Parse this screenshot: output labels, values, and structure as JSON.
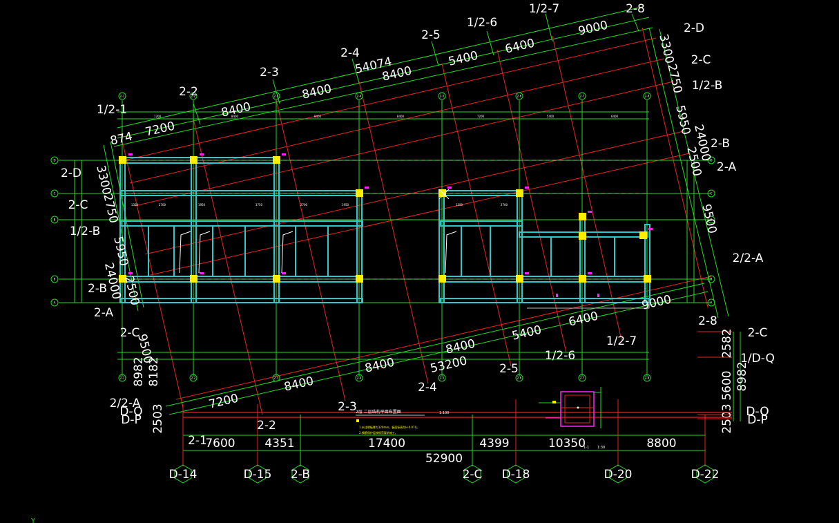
{
  "drawing": {
    "background": "#000000",
    "colors": {
      "green": "#22dd22",
      "red": "#ee2222",
      "cyan": "#2ec8c8",
      "white": "#ffffff",
      "yellow": "#ffee00",
      "magenta": "#ff22ff",
      "gray": "#bbbbbb"
    },
    "title": "2层 二层结构平面布置图",
    "scale": "1:100",
    "notes": [
      "1.未注明板厚为120mm，板面标高为H-0.070。",
      "2.钢筋保护层按规范要求施工。"
    ],
    "section_label": "1-1",
    "section_scale": "1:30",
    "ucs_y": "Y"
  },
  "rotated_top_labels": [
    {
      "text": "1/2-7"
    },
    {
      "text": "2-8"
    },
    {
      "text": "9000"
    },
    {
      "text": "1/2-6"
    },
    {
      "text": "2-5"
    },
    {
      "text": "6400"
    },
    {
      "text": "2-4"
    },
    {
      "text": "5400"
    },
    {
      "text": "54074"
    },
    {
      "text": "8400"
    },
    {
      "text": "2-3"
    },
    {
      "text": "8400"
    },
    {
      "text": "2-2"
    },
    {
      "text": "8400"
    },
    {
      "text": "1/2-1"
    },
    {
      "text": "7200"
    },
    {
      "text": "874"
    }
  ],
  "rotated_right_labels": [
    {
      "text": "2-D"
    },
    {
      "text": "3300"
    },
    {
      "text": "2-C"
    },
    {
      "text": "2750"
    },
    {
      "text": "1/2-B"
    },
    {
      "text": "5950"
    },
    {
      "text": "24000"
    },
    {
      "text": "2-B"
    },
    {
      "text": "2500"
    },
    {
      "text": "2-A"
    },
    {
      "text": "9500"
    },
    {
      "text": "2/2-A"
    }
  ],
  "rotated_left_labels": [
    {
      "text": "2-D"
    },
    {
      "text": "3300"
    },
    {
      "text": "2-C"
    },
    {
      "text": "2750"
    },
    {
      "text": "1/2-B"
    },
    {
      "text": "5950"
    },
    {
      "text": "24000"
    },
    {
      "text": "2-B"
    },
    {
      "text": "2500"
    },
    {
      "text": "2-A"
    }
  ],
  "rotated_bottom_labels": [
    {
      "text": "9000"
    },
    {
      "text": "2-8"
    },
    {
      "text": "6400"
    },
    {
      "text": "5400"
    },
    {
      "text": "1/2-7"
    },
    {
      "text": "8400"
    },
    {
      "text": "1/2-6"
    },
    {
      "text": "53200"
    },
    {
      "text": "8400"
    },
    {
      "text": "2-5"
    },
    {
      "text": "2-4"
    },
    {
      "text": "8400"
    },
    {
      "text": "7200"
    },
    {
      "text": "2-3"
    },
    {
      "text": "2-2"
    },
    {
      "text": "2-1"
    },
    {
      "text": "2-C"
    },
    {
      "text": "9500"
    },
    {
      "text": "8982"
    },
    {
      "text": "8182"
    },
    {
      "text": "2/2-A"
    },
    {
      "text": "D-Q"
    },
    {
      "text": "D-P"
    },
    {
      "text": "2503"
    }
  ],
  "right_side_labels": [
    {
      "text": "2-C"
    },
    {
      "text": "2582"
    },
    {
      "text": "1/D-Q"
    },
    {
      "text": "5600"
    },
    {
      "text": "8982"
    },
    {
      "text": "D-Q"
    },
    {
      "text": "D-P"
    },
    {
      "text": "2503"
    }
  ],
  "bottom_dimensions": [
    "7600",
    "4351",
    "17400",
    "4399",
    "10350",
    "8800"
  ],
  "bottom_total": "52900",
  "bottom_axes": [
    "D-14",
    "D-15",
    "2-B",
    "2-C",
    "D-18",
    "D-20",
    "D-22"
  ],
  "grid_bubbles_top": [
    "2-1",
    "2-2",
    "2-3",
    "2-4",
    "2-5",
    "2-6",
    "2-7",
    "2-8"
  ],
  "grid_bubbles_left": [
    "D",
    "C",
    "B",
    "B",
    "A"
  ],
  "small_dims_top": [
    "1200",
    "8400",
    "8400",
    "8400",
    "7200",
    "5400",
    "6400"
  ],
  "small_dims_mid": [
    "1350",
    "2700",
    "1950",
    "3750",
    "2700",
    "1950",
    "1350",
    "2700"
  ]
}
